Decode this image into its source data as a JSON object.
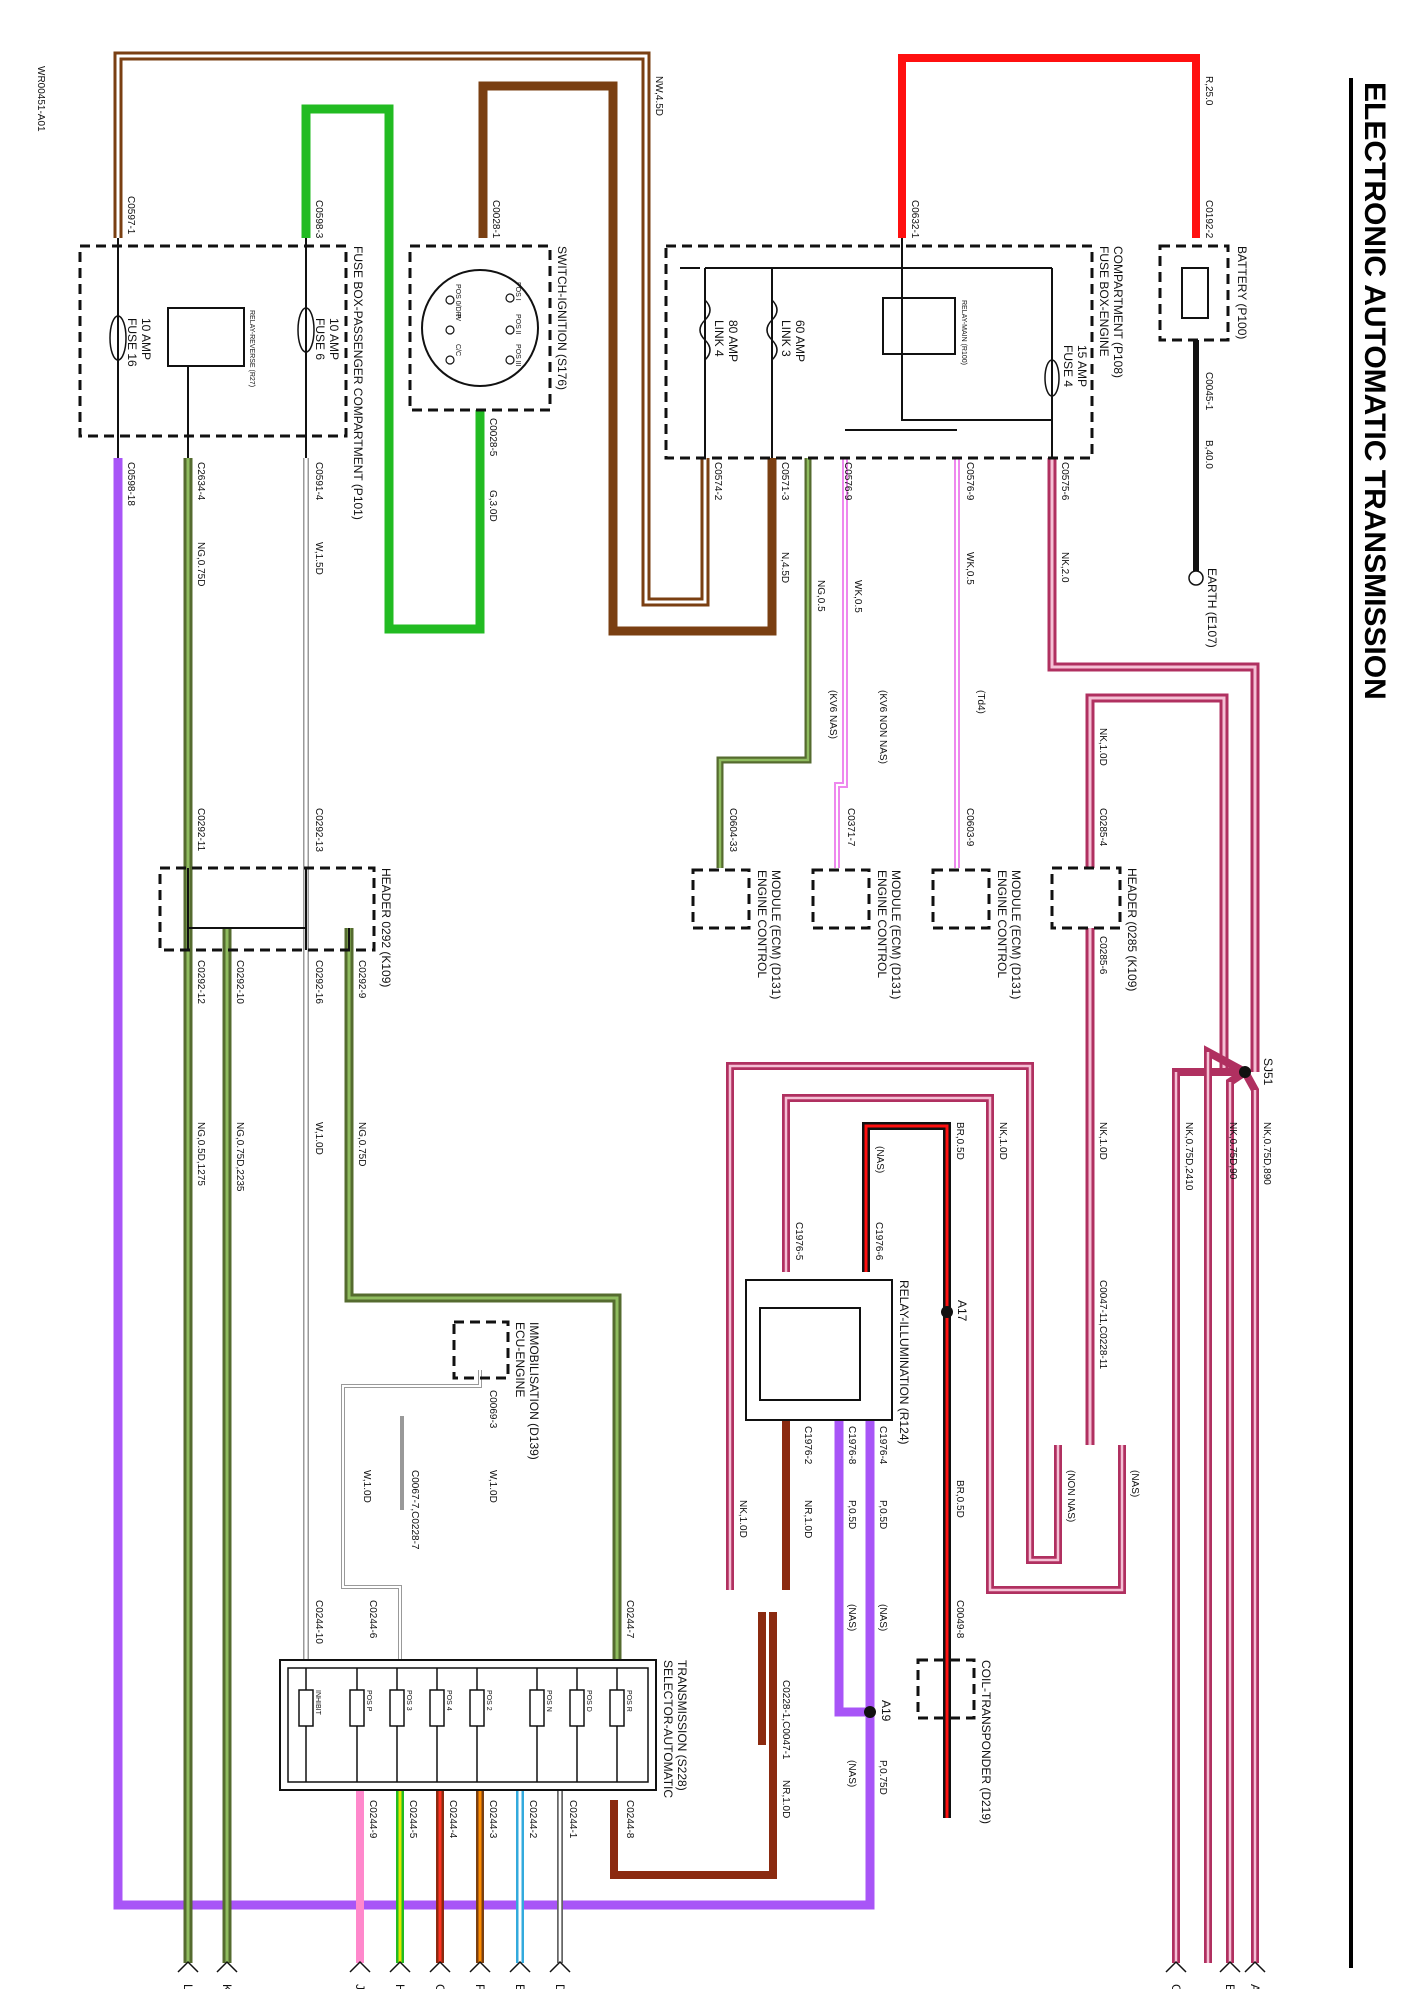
{
  "title": "ELECTRONIC AUTOMATIC TRANSMISSION",
  "drawing_ref": "WR00451-A01",
  "components": {
    "battery": "BATTERY (P100)",
    "earth": "EARTH (E107)",
    "fusebox_engine_1": "FUSE BOX-ENGINE",
    "fusebox_engine_2": "COMPARTMENT (P108)",
    "fusebox_pass": "FUSE BOX-PASSENGER COMPARTMENT (P101)",
    "switch_ignition": "SWITCH-IGNITION (S176)",
    "header_292": "HEADER 0292 (K109)",
    "header_285": "HEADER (0285 (K109)",
    "ecm_1": "ENGINE CONTROL",
    "ecm_2": "MODULE (ECM) (D131)",
    "relay_illum": "RELAY-ILLUMINATION (R124)",
    "coil_transponder": "COIL-TRANSPONDER (D219)",
    "ecu_immob_1": "ECU-ENGINE",
    "ecu_immob_2": "IMMOBILISATION (D139)",
    "selector_1": "SELECTOR-AUTOMATIC",
    "selector_2": "TRANSMISSION (S228)"
  },
  "fuses": {
    "fuse4": "FUSE 4",
    "fuse4_amp": "15 AMP",
    "link3": "LINK 3",
    "link3_amp": "60 AMP",
    "link4": "LINK 4",
    "link4_amp": "80 AMP",
    "fuse6": "FUSE 6",
    "fuse6_amp": "10 AMP",
    "fuse16": "FUSE 16",
    "fuse16_amp": "10 AMP"
  },
  "wires": {
    "r250": "R,25.0",
    "b400": "B,40.0",
    "nk20": "NK,2.0",
    "wk05_top": "WK,0.5",
    "n45": "N,4.5D",
    "nw45": "NW,4.5D",
    "g30": "G,3.0D",
    "w15": "W,1.5D",
    "ng075": "NG,0.75D",
    "ng05": "NG,0.5",
    "wk05": "WK,0.5",
    "nk10": "NK,1.0D",
    "nk075_890": "NK,0.75D,890",
    "nk075_90": "NK,0.75D,90",
    "nk075_2410": "NK,0.75D,2410",
    "br05": "BR,0.5D",
    "nk10_b": "NK,1.0D",
    "ng05_1275": "NG,0.5D,1275",
    "ng075_2235": "NG,0.75D,2235",
    "w10": "W,1.0D",
    "ng075_b": "NG,0.75D",
    "w10_b": "W,1.0D",
    "w10_c": "W,1.0D",
    "nr10": "NR,1.0D",
    "p05": "P,0.5D",
    "p05_b": "P,0.5D",
    "p075": "P,0.75D",
    "nr10_b": "NR,1.0D",
    "nk10_c": "NK,1.0D",
    "br05_b": "BR,0.5D"
  },
  "connectors": {
    "c0192_2": "C0192-2",
    "c0045_1": "C0045-1",
    "c0632_1": "C0632-1",
    "c0575_6": "C0575-6",
    "c0576_9a": "C0576-9",
    "c0576_9b": "C0576-9",
    "c0571_3": "C0571-3",
    "c0574_2": "C0574-2",
    "c0028_1": "C0028-1",
    "c0028_5": "C0028-5",
    "c0598_3": "C0598-3",
    "c0591_4": "C0591-4",
    "c0597_1": "C0597-1",
    "c0598_18": "C0598-18",
    "c2634_4": "C2634-4",
    "c0292_11": "C0292-11",
    "c0292_13": "C0292-13",
    "c0292_12": "C0292-12",
    "c0292_10": "C0292-10",
    "c0292_16": "C0292-16",
    "c0292_9": "C0292-9",
    "c0604_33": "C0604-33",
    "c0371_7": "C0371-7",
    "c0603_9": "C0603-9",
    "c0285_4": "C0285-4",
    "c0285_6": "C0285-6",
    "c0047_11": "C0047-11,C0228-11",
    "c1976_6": "C1976-6",
    "c1976_5": "C1976-5",
    "c1976_4": "C1976-4",
    "c1976_8": "C1976-8",
    "c1976_2": "C1976-2",
    "c0049_8": "C0049-8",
    "c0228_1": "C0228-1,C0047-1",
    "c0067_7": "C0067-7,C0228-7",
    "c0069_3": "C0069-3",
    "c0244_7": "C0244-7",
    "c0244_6": "C0244-6",
    "c0244_10": "C0244-10",
    "c0244_9": "C0244-9",
    "c0244_5": "C0244-5",
    "c0244_4": "C0244-4",
    "c0244_3": "C0244-3",
    "c0244_2": "C0244-2",
    "c0244_1": "C0244-1",
    "c0244_8": "C0244-8"
  },
  "notes": {
    "kv6nas": "(KV6 NAS)",
    "kv6nonnas": "(KV6 NON NAS)",
    "td4": "(Td4)",
    "nas_a": "(NAS)",
    "nas_b": "(NAS)",
    "nas_c": "(NAS)",
    "nas_d": "(NAS)",
    "nonnas": "(NON NAS)",
    "sj51": "SJ51",
    "a17": "A17",
    "a19": "A19",
    "relay_main": "RELAY-MAIN (R100)",
    "relay_rev": "RELAY-REVERSE (R27)"
  },
  "selector_switches": [
    "POS R",
    "POS D",
    "POS N",
    "POS 2",
    "POS 4",
    "POS 3",
    "POS P",
    "INHIBIT"
  ],
  "ignition_positions": [
    "POS I",
    "POS II",
    "POS III",
    "POS 0/DRV",
    "P",
    "C/C"
  ],
  "terminals": [
    "A",
    "B",
    "C",
    "D",
    "E",
    "F",
    "G",
    "H",
    "J",
    "K",
    "L"
  ],
  "colors": {
    "red": "#ff1010",
    "brown": "#7a3f12",
    "green": "#22bb22",
    "black": "#111111",
    "purple": "#a855f7",
    "pink": "#ff66cc",
    "mauve": "#b03060",
    "olive": "#556b2f",
    "orange": "#ff8c00",
    "skyblue": "#33aadd",
    "white": "#ffffff",
    "grey": "#999999"
  }
}
